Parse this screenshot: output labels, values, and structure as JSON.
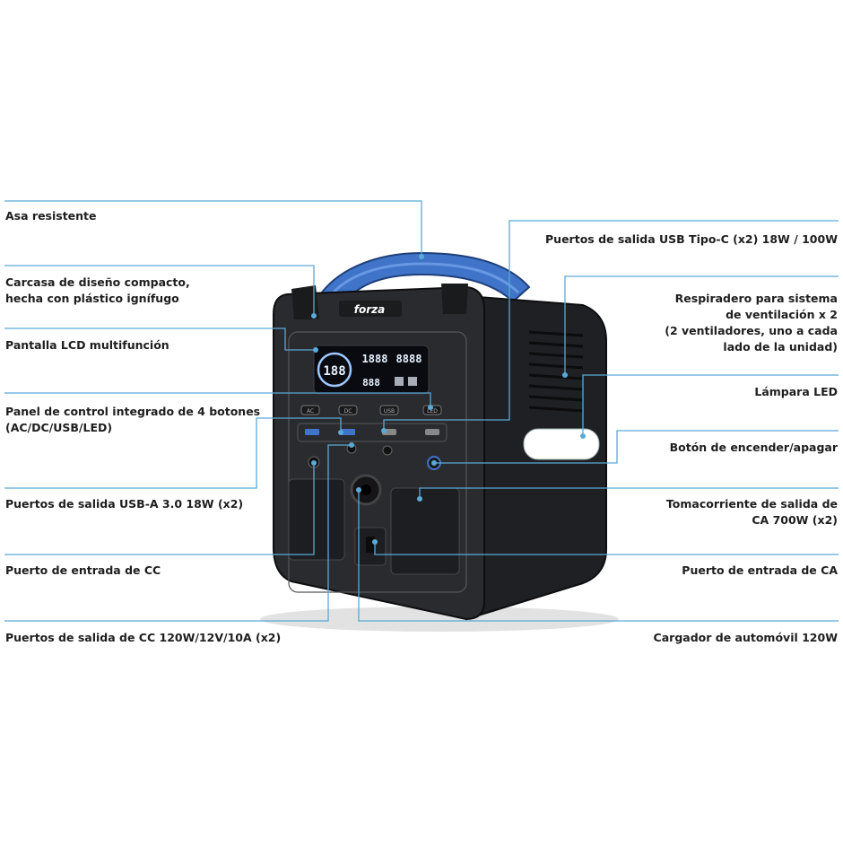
{
  "colors": {
    "leader": "#5aa9d6",
    "body": "#2a2b2e",
    "handle": "#3f74c8",
    "lcd": "#9ec8ff"
  },
  "brand": "forza",
  "labels_left": [
    "Asa resistente",
    "Carcasa de diseño compacto,\nhecha con plástico ignífugo",
    "Pantalla LCD multifunción",
    "Panel de control integrado de 4 botones\n(AC/DC/USB/LED)",
    "Puertos de salida USB-A 3.0 18W (x2)",
    "Puerto de entrada de CC",
    "Puertos de salida de CC 120W/12V/10A (x2)"
  ],
  "labels_right": [
    "Puertos de salida USB Tipo-C  (x2) 18W / 100W",
    "Respiradero para sistema\nde ventilación x 2\n(2 ventiladores, uno a cada\nlado de la unidad)",
    "Lámpara LED",
    "Botón de encender/apagar",
    "Tomacorriente de salida de\nCA 700W (x2)",
    "Puerto de entrada de CA",
    "Cargador de automóvil 120W"
  ],
  "lcd": {
    "big": "188",
    "top_left": "1888",
    "top_right": "8888",
    "bottom": "888"
  },
  "buttons": [
    "AC",
    "DC",
    "USB",
    "LED"
  ]
}
